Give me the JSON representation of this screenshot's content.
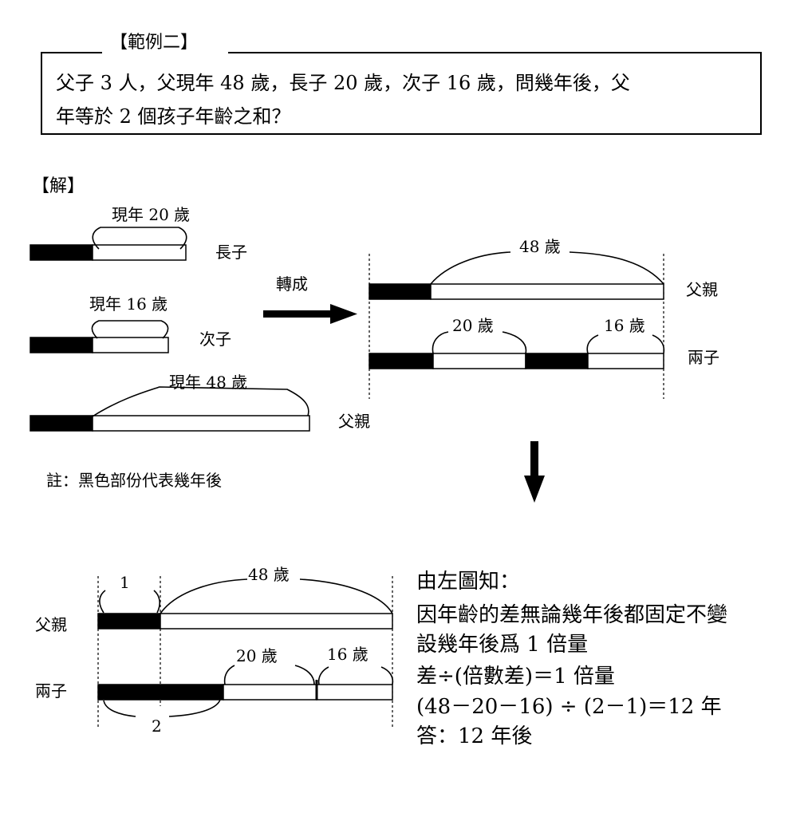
{
  "example": {
    "title": "【範例二】",
    "question_line1": "父子 3 人，父現年 48 歲，長子 20 歲，次子 16 歲，問幾年後，父",
    "question_line2": "年等於 2 個孩子年齡之和？"
  },
  "solution": {
    "heading": "【解】"
  },
  "left_diagram": {
    "eldest": {
      "arc_label": "現年 20 歲",
      "name": "長子",
      "present_age": 20
    },
    "second": {
      "arc_label": "現年 16 歲",
      "name": "次子",
      "present_age": 16
    },
    "father": {
      "arc_label": "現年 48 歲",
      "name": "父親",
      "present_age": 48
    },
    "note": "註：黑色部份代表幾年後"
  },
  "transform": {
    "label": "轉成"
  },
  "right_diagram": {
    "father_arc": "48 歲",
    "father_name": "父親",
    "son1_arc": "20 歲",
    "son2_arc": "16 歲",
    "sons_name": "兩子"
  },
  "bottom_diagram": {
    "father_name": "父親",
    "sons_name": "兩子",
    "father_arc": "48 歲",
    "son1_arc": "20 歲",
    "son2_arc": "16 歲",
    "unit_one": "1",
    "unit_two": "2"
  },
  "explanation": {
    "lines": [
      "由左圖知：",
      "因年齡的差無論幾年後都固定不變",
      "設幾年後爲 1 倍量",
      "差÷(倍數差)＝1 倍量",
      "(48－20－16) ÷ (2－1)＝12 年",
      "答：12 年後"
    ]
  }
}
